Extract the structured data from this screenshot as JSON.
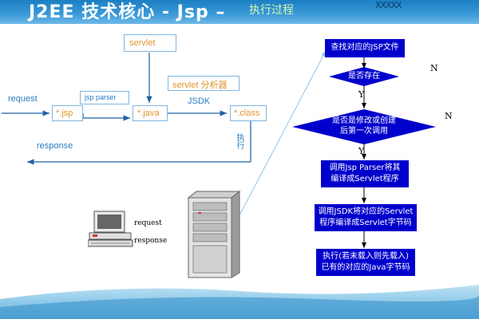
{
  "header": {
    "title": "J2EE 技术核心 - Jsp –",
    "subtitle": "执行过程",
    "logo_text": "XXXXX"
  },
  "left_diagram": {
    "request": "request",
    "response": "response",
    "jsp_box": "*.jsp",
    "jsp_parser": "jsp parser",
    "servlet_box": "servlet",
    "java_box": "*.java",
    "servlet_analyzer": "servlet 分析器",
    "jsdk": "JSDK",
    "class_box": "*.class",
    "execute": "执行"
  },
  "computer": {
    "request": "request",
    "response": "response"
  },
  "flowchart": {
    "step1": "查找对应的JSP文件",
    "decision1": "是否存在",
    "decision2_line1": "是否是修改或创建",
    "decision2_line2": "后第一次调用",
    "step2_line1": "调用Jsp Parser将其",
    "step2_line2": "编译成Servlet程序",
    "step3_line1": "调用JSDK将对应的Servlet",
    "step3_line2": "程序编译成Servlet字节码",
    "step4_line1": "执行(若未载入则先载入)",
    "step4_line2": "已有的对应的Java字节码",
    "n1": "N",
    "n2": "N",
    "y1": "Y",
    "y2": "Y"
  },
  "colors": {
    "header": "#1b7fc3",
    "flow_fill": "#0000cc",
    "arrow_blue": "#1f5fa6",
    "box_border": "#7fb5e0",
    "orange": "#e0952c"
  }
}
